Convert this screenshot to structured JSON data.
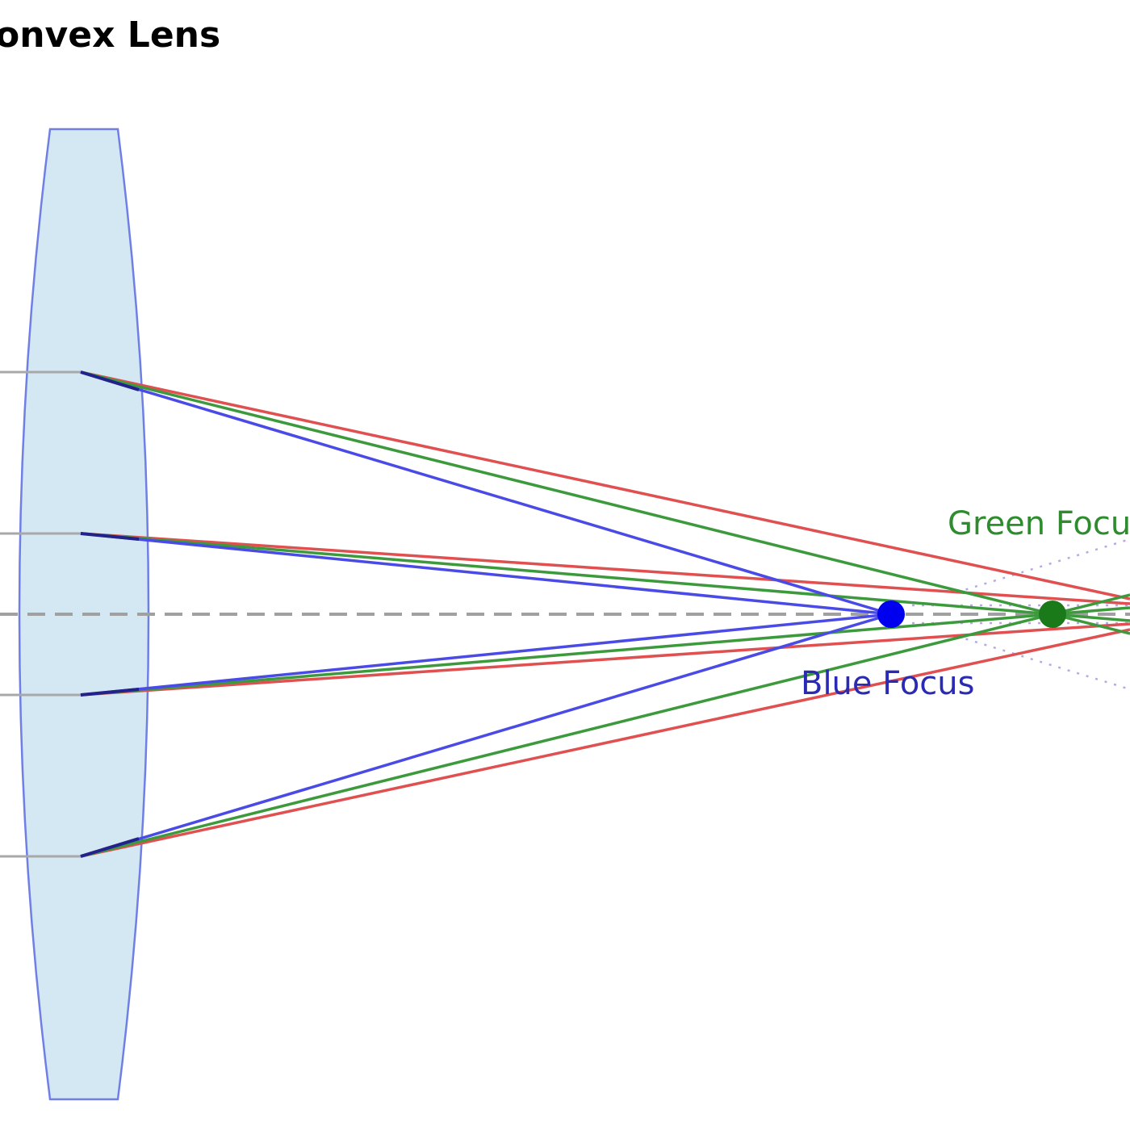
{
  "title": "onvex Lens",
  "labels": {
    "green_focus": "Green Focu",
    "blue_focus": "Blue Focus"
  },
  "colors": {
    "background": "#ffffff",
    "lens_fill": "#d3e8f3",
    "lens_stroke": "#6f7fe6",
    "axis": "#a0a0a0",
    "incoming_ray": "#a8a8a8",
    "ray_blue": "#4a4ae6",
    "ray_green": "#3c9a3c",
    "ray_red": "#e05050",
    "marker_blue": "#0000ee",
    "marker_green": "#1a7a1a",
    "label_blue": "#2a2ab4",
    "label_green": "#2e8b2e",
    "guide_dotted": "#b9a9e0",
    "text": "#000000"
  },
  "icons": {
    "blue_focus_point": "blue-dot",
    "green_focus_point": "green-dot"
  }
}
